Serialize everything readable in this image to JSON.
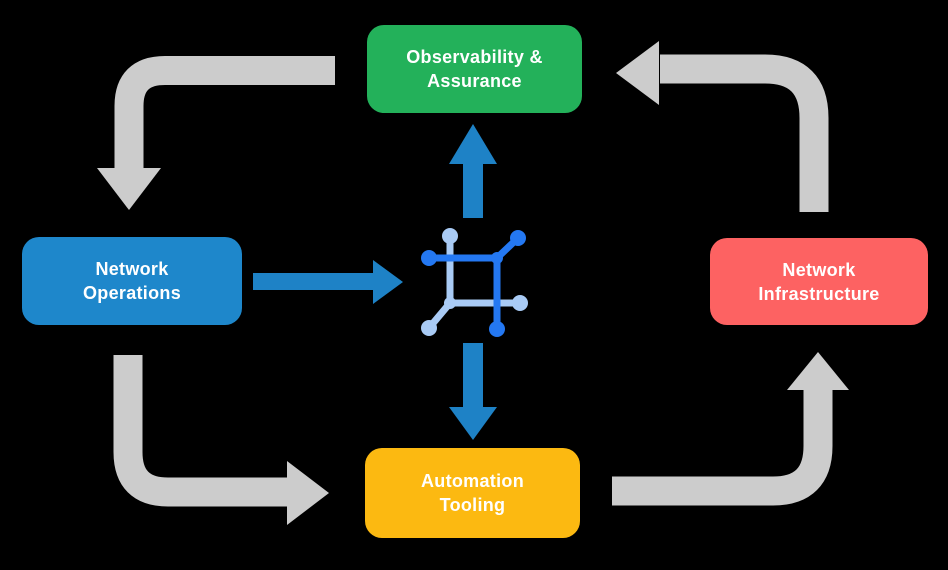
{
  "canvas": {
    "background": "#000000",
    "text_color": "#FFFFFF"
  },
  "boxes": {
    "observability": {
      "label": "Observability &\nAssurance",
      "color": "#23B15A"
    },
    "operations": {
      "label": "Network\nOperations",
      "color": "#1E87CB"
    },
    "infrastructure": {
      "label": "Network\nInfrastructure",
      "color": "#FD6262"
    },
    "automation": {
      "label": "Automation\nTooling",
      "color": "#FCB911"
    }
  },
  "cycle_arrows": {
    "color": "#CCCCCC",
    "items": [
      {
        "name": "observability-to-operations",
        "direction": "down"
      },
      {
        "name": "operations-to-automation",
        "direction": "right"
      },
      {
        "name": "automation-to-infrastructure",
        "direction": "up"
      },
      {
        "name": "infrastructure-to-observability",
        "direction": "left"
      }
    ]
  },
  "flow_arrows": {
    "color": "#1E82C6",
    "items": [
      {
        "name": "operations-to-hub",
        "direction": "right"
      },
      {
        "name": "hub-to-observability",
        "direction": "up"
      },
      {
        "name": "hub-to-automation",
        "direction": "down"
      }
    ]
  },
  "center_icon": {
    "name": "network-hub-icon",
    "primary": "#2478F2",
    "secondary": "#A9CBF5"
  }
}
